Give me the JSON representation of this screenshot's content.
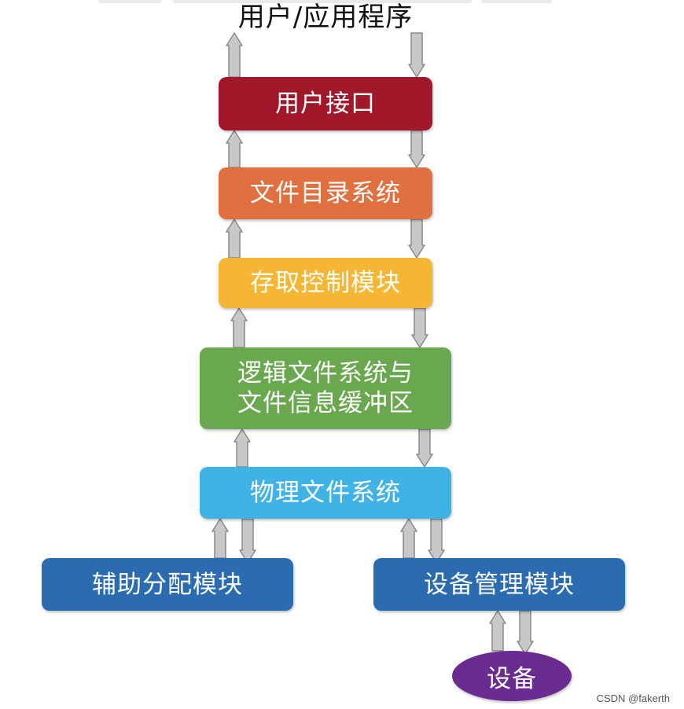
{
  "title": "用户/应用程序",
  "nodes": {
    "user_interface": {
      "label": "用户接口",
      "color": "#a0182a"
    },
    "file_directory": {
      "label": "文件目录系统",
      "color": "#e0703f"
    },
    "access_control": {
      "label": "存取控制模块",
      "color": "#f5b733"
    },
    "logical_fs": {
      "line1": "逻辑文件系统与",
      "line2": "文件信息缓冲区",
      "color": "#6aa84f"
    },
    "physical_fs": {
      "label": "物理文件系统",
      "color": "#3fb2e6"
    },
    "aux_alloc": {
      "label": "辅助分配模块",
      "color": "#2b6cb0"
    },
    "device_mgmt": {
      "label": "设备管理模块",
      "color": "#2b6cb0"
    },
    "device": {
      "label": "设备",
      "color": "#6a2c91"
    }
  },
  "arrow_color": "#c8c8c8",
  "watermark": "CSDN @fakerth"
}
